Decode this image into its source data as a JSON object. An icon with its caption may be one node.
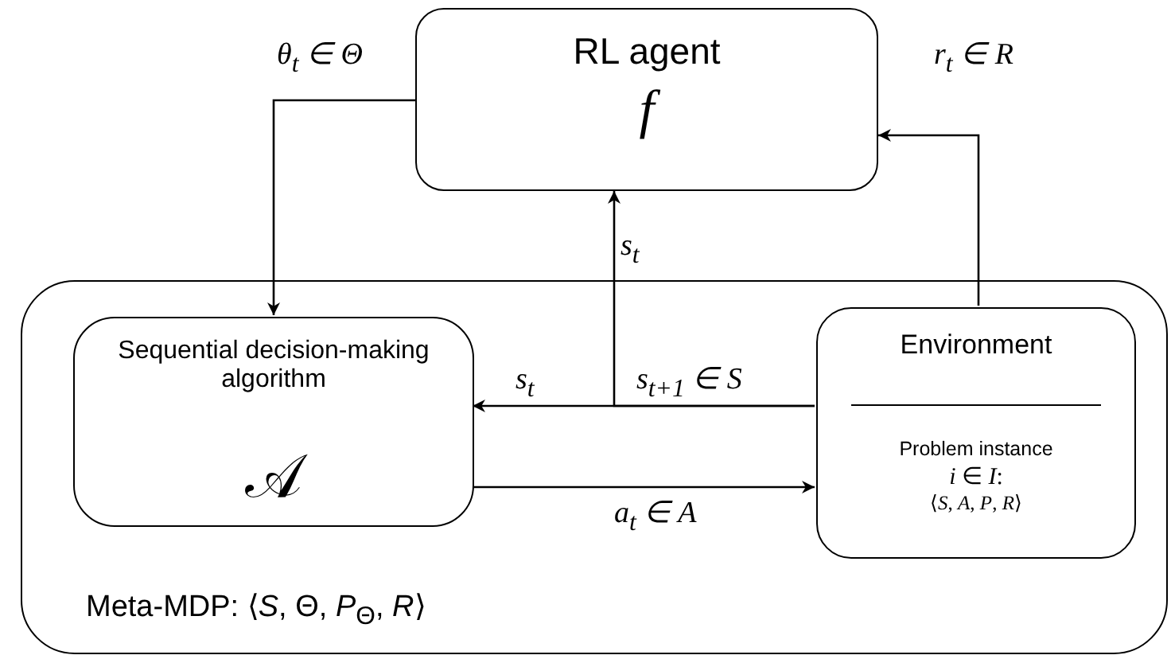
{
  "diagram": {
    "nodes": [
      {
        "text": [
          "RL agent",
          "f"
        ]
      },
      {
        "text": [
          "Meta-MDP: ⟨*S*, Θ, *P*$_{Θ}$, *R*⟩"
        ]
      },
      {
        "text": [
          "Sequential decision-making algorithm",
          "𝒜"
        ],
        "in": 1
      },
      {
        "text": [
          "Environment",
          "Problem instance",
          "*i* ∈ *I*:",
          "⟨*S*, *A*, *P*, *R*⟩"
        ],
        "in": 1
      }
    ],
    "edges": [
      {
        "from": 0,
        "to": 2,
        "arrow": "to",
        "label": "θ$_{t}$ ∈ Θ"
      },
      {
        "from": 3,
        "to": 0,
        "arrow": "to",
        "label": "r$_{t}$ ∈ R"
      },
      {
        "from": 3,
        "to": 2,
        "arrow": "to",
        "label": "s$_{t}$"
      },
      {
        "from": 3,
        "to": 0,
        "arrow": "to",
        "label": "s$_{t}$"
      },
      {
        "from": 2,
        "to": 3,
        "arrow": "to",
        "label": "a$_{t}$ ∈ A"
      }
    ],
    "labels": [
      "s$_{t+1}$ ∈ S"
    ]
  }
}
